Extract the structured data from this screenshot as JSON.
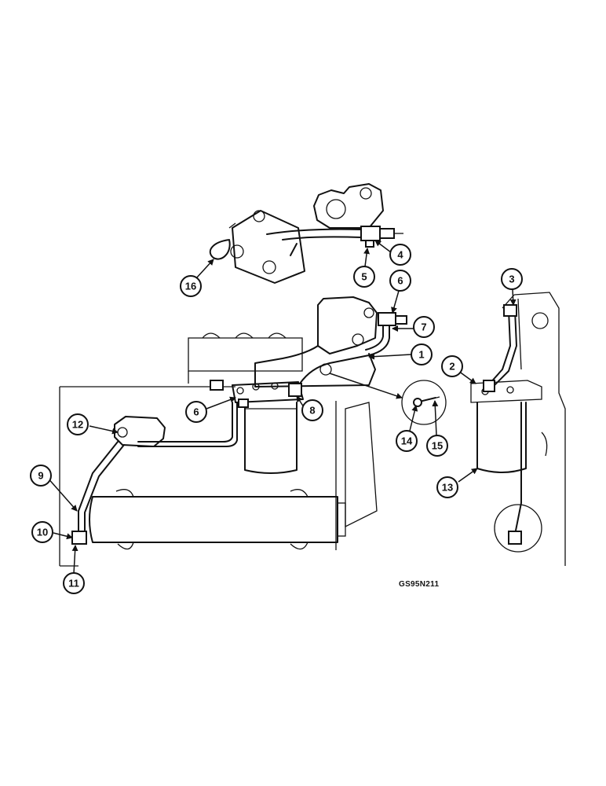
{
  "callouts": [
    "1",
    "2",
    "3",
    "4",
    "5",
    "6",
    "6",
    "7",
    "8",
    "9",
    "10",
    "11",
    "12",
    "13",
    "14",
    "15",
    "16"
  ],
  "reference_code": "GS95N211"
}
